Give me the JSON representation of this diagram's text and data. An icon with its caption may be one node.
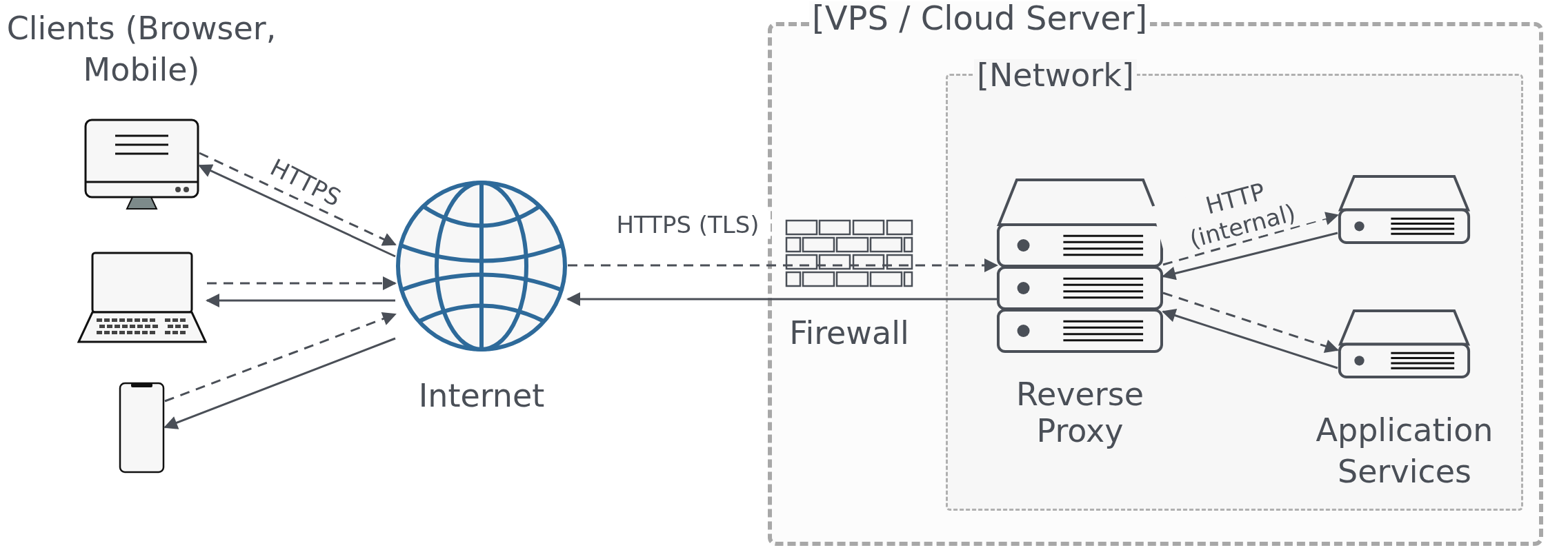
{
  "diagram": {
    "nodes": [
      {
        "text": [
          "[VPS / Cloud Server]"
        ]
      },
      {
        "text": [
          "[Network]"
        ],
        "in": 0
      },
      {
        "text": [],
        "shape": "computer"
      },
      {
        "text": [],
        "shape": "laptop"
      },
      {
        "text": [],
        "shape": "phone"
      },
      {
        "text": [
          "Internet"
        ]
      },
      {
        "text": [
          "Firewall"
        ],
        "in": 0
      },
      {
        "text": [
          "Reverse Proxy"
        ],
        "in": 1
      },
      {
        "text": [],
        "shape": "server",
        "in": 1
      },
      {
        "text": [],
        "shape": "server",
        "in": 1
      }
    ],
    "edges": [
      {
        "from": 2,
        "to": 5,
        "arrow": "to",
        "style": "dashed",
        "label": "HTTPS"
      },
      {
        "from": 5,
        "to": 2,
        "arrow": "to"
      },
      {
        "from": 3,
        "to": 5,
        "arrow": "to",
        "style": "dashed"
      },
      {
        "from": 5,
        "to": 3,
        "arrow": "to"
      },
      {
        "from": 4,
        "to": 5,
        "arrow": "to",
        "style": "dashed"
      },
      {
        "from": 5,
        "to": 4,
        "arrow": "to"
      },
      {
        "from": 5,
        "to": 7,
        "arrow": "to",
        "style": "dashed",
        "label": "HTTPS (TLS)"
      },
      {
        "from": 7,
        "to": 5,
        "arrow": "to"
      },
      {
        "from": 7,
        "to": 8,
        "arrow": "to",
        "style": "dashed",
        "label": "HTTP (internal)"
      },
      {
        "from": 8,
        "to": 7,
        "arrow": "to"
      },
      {
        "from": 7,
        "to": 9,
        "arrow": "to",
        "style": "dashed"
      },
      {
        "from": 9,
        "to": 7,
        "arrow": "to"
      }
    ],
    "labels": [
      "Clients (Browser, Mobile)",
      "Application Services"
    ]
  }
}
